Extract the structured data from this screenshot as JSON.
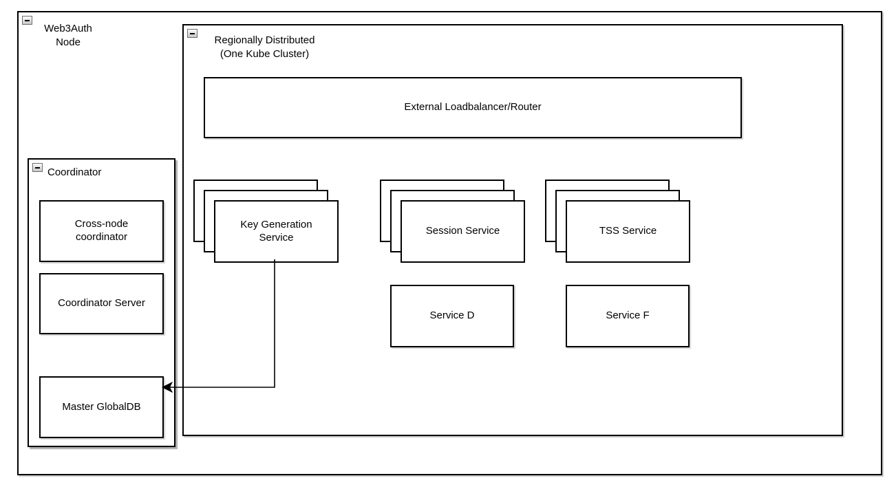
{
  "groups": {
    "web3auth": {
      "label": "Web3Auth\nNode"
    },
    "regional": {
      "label": "Regionally Distributed\n(One Kube Cluster)"
    },
    "coordinator": {
      "label": "Coordinator"
    }
  },
  "boxes": {
    "external_lb": "External Loadbalancer/Router",
    "cross_node": "Cross-node\ncoordinator",
    "coordinator_server": "Coordinator Server",
    "master_globaldb": "Master GlobalDB",
    "service_d": "Service D",
    "service_f": "Service F"
  },
  "stacks": [
    {
      "label": "Key Generation\nService"
    },
    {
      "label": "Session Service"
    },
    {
      "label": "TSS Service"
    }
  ],
  "edges": [
    {
      "from": "key-generation-service",
      "to": "master-globaldb",
      "style": "orthogonal-arrow"
    }
  ],
  "icons": {
    "collapse": "minus"
  },
  "colors": {
    "stroke": "#000000",
    "fill": "#ffffff",
    "shadow": "#b0b0b0"
  }
}
